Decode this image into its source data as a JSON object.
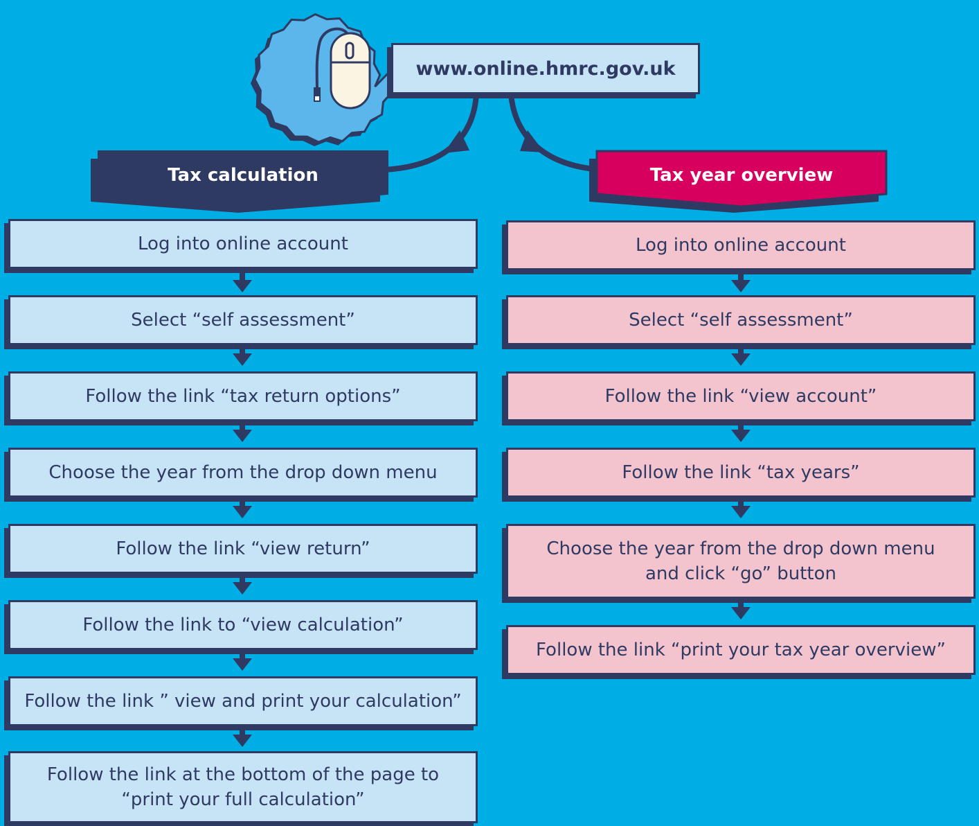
{
  "url_label": "www.online.hmrc.gov.uk",
  "left": {
    "heading": "Tax calculation",
    "steps": [
      "Log into online account",
      "Select “self assessment”",
      "Follow the link “tax return options”",
      "Choose the year from the drop down menu",
      "Follow the link “view return”",
      "Follow the link to “view calculation”",
      "Follow the link ” view and print your calculation”",
      "Follow the link at the bottom of the page to “print your full calculation”"
    ]
  },
  "right": {
    "heading": "Tax year overview",
    "steps": [
      "Log into online account",
      "Select “self assessment”",
      "Follow the link “view account”",
      "Follow the link “tax years”",
      "Choose the year from the drop down menu and click “go” button",
      "Follow the link “print your tax year overview”"
    ]
  },
  "colors": {
    "background": "#00aee6",
    "navy": "#2e3a62",
    "left_accent": "#2e3a62",
    "right_accent": "#d8005f",
    "left_box": "#c7e4f6",
    "right_box": "#f4c4ce",
    "badge": "#5bb6eb",
    "mouse": "#fbf4e3"
  },
  "icons": {
    "badge": "mouse-icon"
  }
}
